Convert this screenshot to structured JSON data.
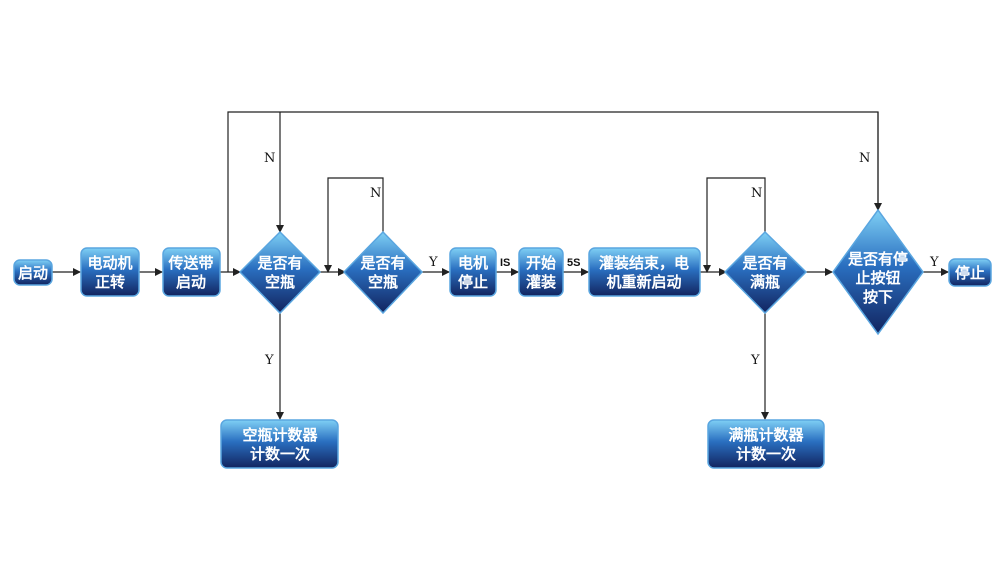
{
  "nodes": {
    "start": {
      "lines": [
        "启动"
      ]
    },
    "motor_fwd": {
      "lines": [
        "电动机",
        "正转"
      ]
    },
    "belt_start": {
      "lines": [
        "传送带",
        "启动"
      ]
    },
    "empty_q1": {
      "lines": [
        "是否有",
        "空瓶"
      ]
    },
    "empty_q2": {
      "lines": [
        "是否有",
        "空瓶"
      ]
    },
    "motor_stop": {
      "lines": [
        "电机",
        "停止"
      ]
    },
    "fill_start": {
      "lines": [
        "开始",
        "灌装"
      ]
    },
    "fill_end": {
      "lines": [
        "灌装结束，电",
        "机重新启动"
      ]
    },
    "full_q": {
      "lines": [
        "是否有",
        "满瓶"
      ]
    },
    "stop_q": {
      "lines": [
        "是否有停",
        "止按钮",
        "按下"
      ]
    },
    "stop": {
      "lines": [
        "停止"
      ]
    },
    "empty_counter": {
      "lines": [
        "空瓶计数器",
        "计数一次"
      ]
    },
    "full_counter": {
      "lines": [
        "满瓶计数器",
        "计数一次"
      ]
    }
  },
  "labels": {
    "n_top": "N",
    "n_loop1": "N",
    "n_loop2": "N",
    "n_stop": "N",
    "y_empty2": "Y",
    "y_stop": "Y",
    "y_empty1": "Y",
    "y_full": "Y",
    "t_1s": "IS",
    "t_5s": "5S"
  },
  "colors": {
    "node_top": "#6fc3ef",
    "node_bottom": "#13256b",
    "border": "#5aa6e0",
    "line": "#222222"
  }
}
